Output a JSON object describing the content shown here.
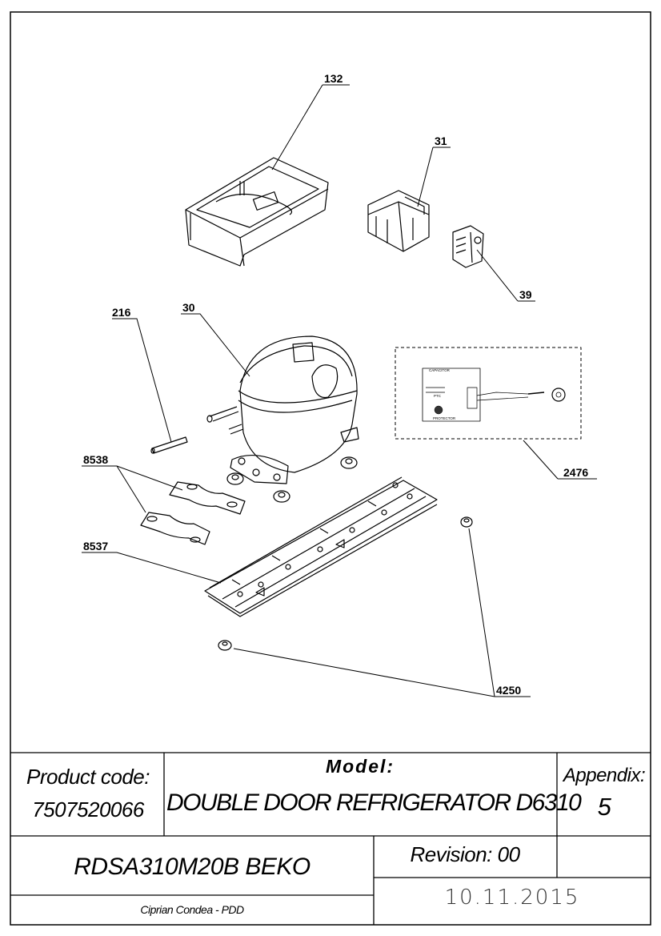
{
  "callouts": {
    "c132": "132",
    "c31": "31",
    "c39": "39",
    "c216": "216",
    "c30": "30",
    "c2476": "2476",
    "c8538": "8538",
    "c8537": "8537",
    "c4250": "4250"
  },
  "wiring_labels": {
    "capacitor": "CAPACITOR",
    "ptc": "PTC",
    "protector": "PROTECTOR"
  },
  "title_block": {
    "product_code_label": "Product code:",
    "product_code_value": "7507520066",
    "model_label": "Model:",
    "model_value": "DOUBLE DOOR REFRIGERATOR D6310",
    "appendix_label": "Appendix:",
    "appendix_value": "5",
    "model_code": "RDSA310M20B BEKO",
    "revision": "Revision: 00",
    "author": "Ciprian Condea - PDD",
    "date": "10.11.2015"
  }
}
